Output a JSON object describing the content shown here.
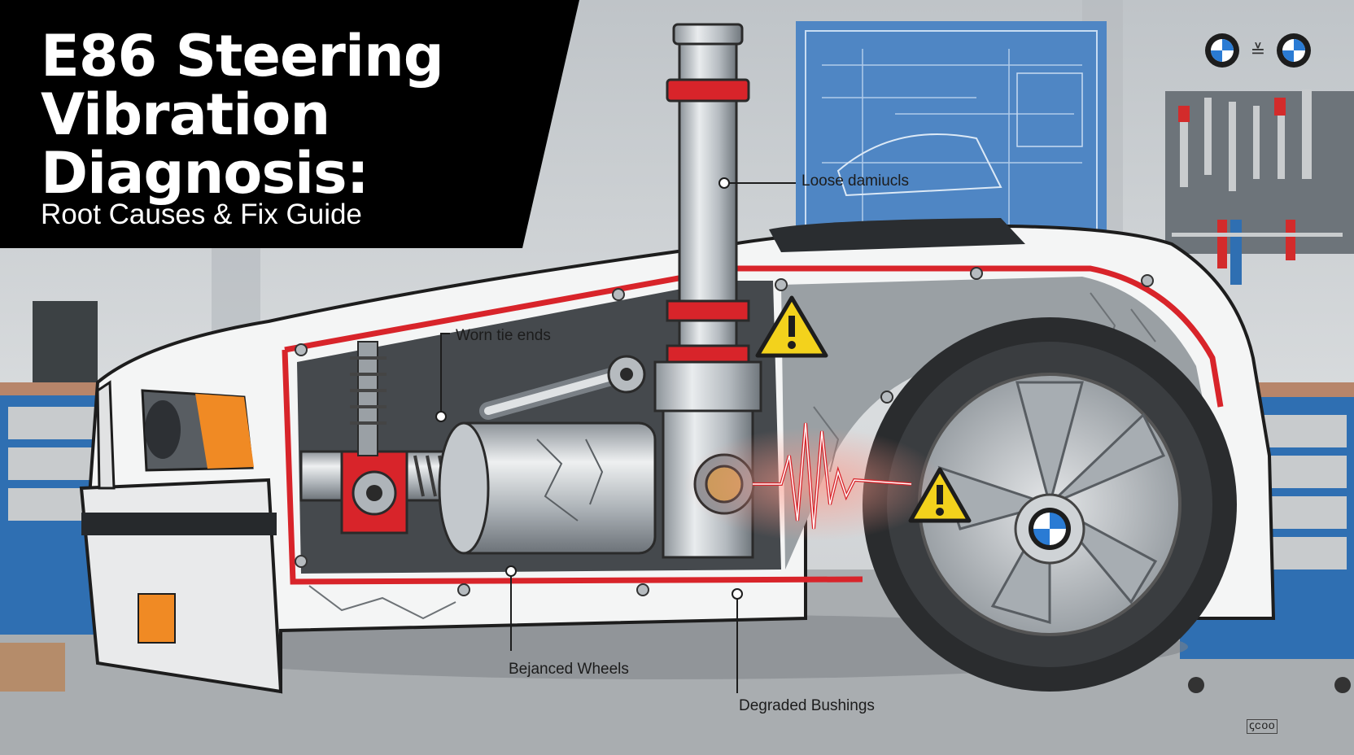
{
  "title": {
    "line1": "E86 Steering",
    "line2": "Vibration",
    "line3": "Diagnosis:",
    "subtitle": "Root Causes & Fix Guide"
  },
  "callouts": {
    "loose": "Loose damiucls",
    "tie_ends": "Worn tie ends",
    "wheels": "Bejanced Wheels",
    "bushings": "Degraded Bushings"
  },
  "logos": {
    "separator": "≚"
  },
  "watermark": "ꞔcoo",
  "colors": {
    "accent_red": "#d8242a",
    "warning_yellow": "#f3d21c",
    "title_bg": "#000000",
    "bmw_blue": "#2a7bd4"
  }
}
